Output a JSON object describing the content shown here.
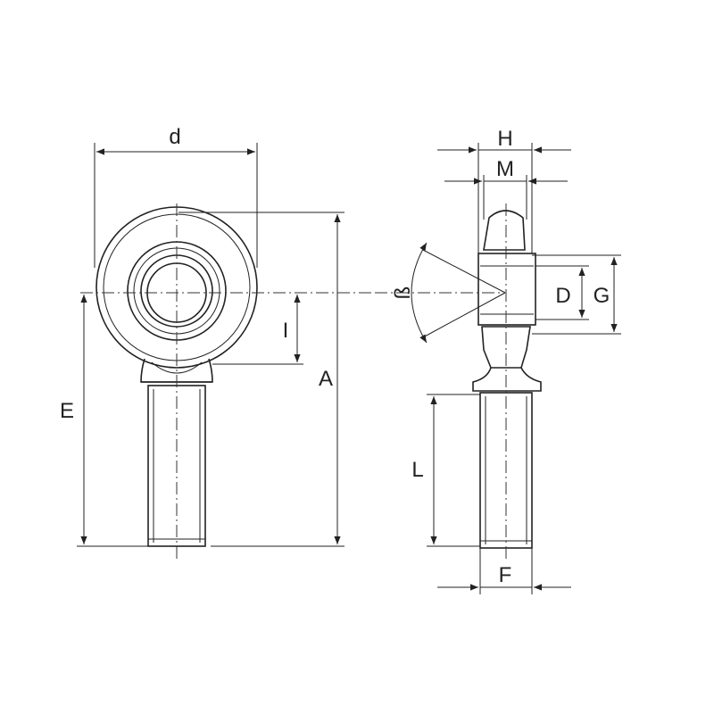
{
  "labels": {
    "d": "d",
    "A": "A",
    "E": "E",
    "I": "I",
    "H": "H",
    "M": "M",
    "D": "D",
    "G": "G",
    "L": "L",
    "F": "F",
    "beta": "ß"
  },
  "colors": {
    "line": "#222222",
    "background": "#ffffff"
  }
}
